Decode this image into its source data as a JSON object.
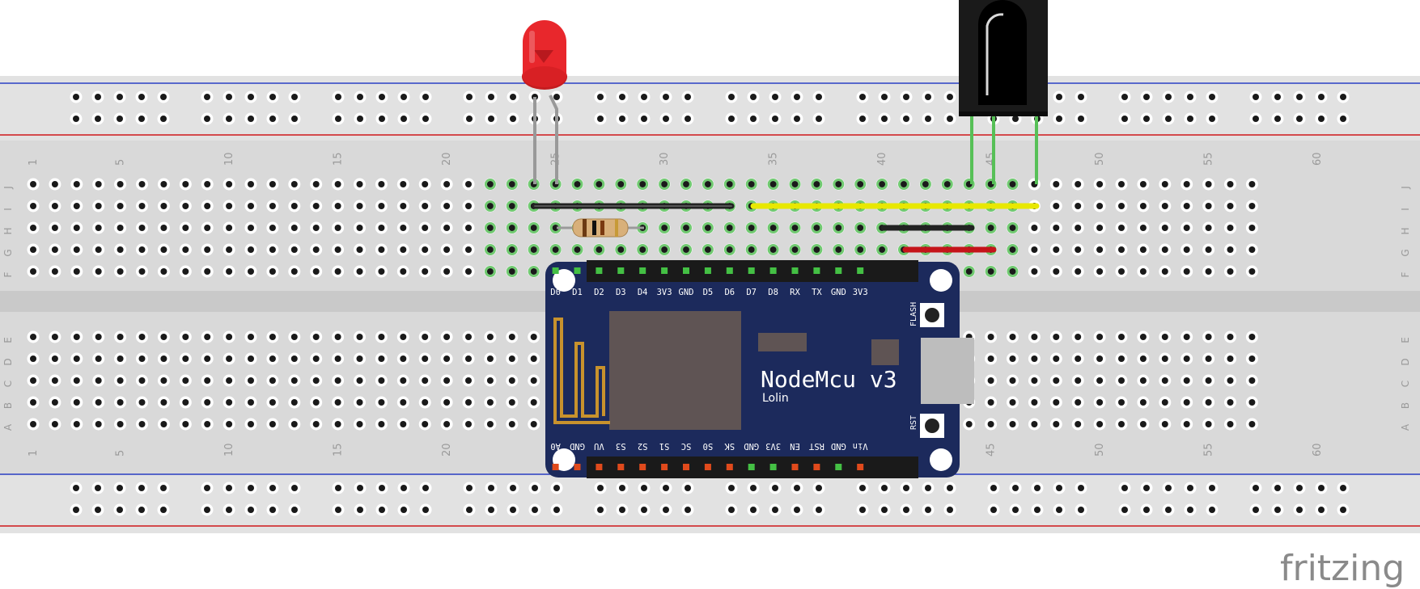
{
  "breadboard": {
    "column_numbers": [
      "1",
      "5",
      "10",
      "15",
      "20",
      "25",
      "30",
      "35",
      "40",
      "45",
      "50",
      "55",
      "60"
    ],
    "row_labels_top": [
      "J",
      "I",
      "H",
      "G",
      "F"
    ],
    "row_labels_bottom": [
      "E",
      "D",
      "C",
      "B",
      "A"
    ]
  },
  "nodemcu": {
    "title": "NodeMcu v3",
    "subtitle": "Lolin",
    "top_pins": [
      "D0",
      "D1",
      "D2",
      "D3",
      "D4",
      "3V3",
      "GND",
      "D5",
      "D6",
      "D7",
      "D8",
      "RX",
      "TX",
      "GND",
      "3V3"
    ],
    "bottom_pins": [
      "A0",
      "GND",
      "VU",
      "S3",
      "S2",
      "S1",
      "SC",
      "S0",
      "SK",
      "GND",
      "3V3",
      "EN",
      "RST",
      "GND",
      "Vin"
    ],
    "flash_label": "FLASH",
    "rst_label": "RST"
  },
  "colors": {
    "board_blue": "#1c2a5c",
    "led_red": "#e8272c",
    "wire_black": "#222222",
    "wire_yellow": "#f5f500",
    "wire_red": "#d0181b",
    "highlight_green": "#57c057"
  },
  "watermark": "fritzing"
}
